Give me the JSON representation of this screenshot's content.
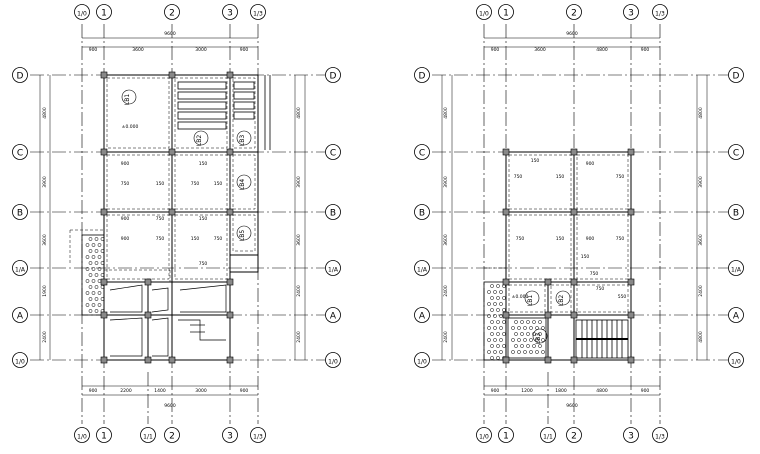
{
  "plans": [
    {
      "id": "left",
      "axis_bubbles_top": [
        "1/0",
        "1",
        "2",
        "3",
        "1/3"
      ],
      "axis_bubbles_bottom": [
        "1/0",
        "1",
        "1/1",
        "2",
        "3",
        "1/3"
      ],
      "row_bubbles": [
        "D",
        "C",
        "B",
        "1/A",
        "A",
        "1/0"
      ],
      "dims_top_overall": "9600",
      "dims_top_segments": [
        "900",
        "3600",
        "3000",
        "900"
      ],
      "dims_bottom_overall": "9600",
      "dims_bottom_segments": [
        "900",
        "2200",
        "1400",
        "3000",
        "900"
      ],
      "dims_left": [
        "4800",
        "3900",
        "3600",
        "1900",
        "2400"
      ],
      "dims_right": [
        "4800",
        "3900",
        "3600",
        "2400",
        "2400"
      ],
      "slab_labels": [
        "LB1",
        "LB2",
        "LB3",
        "LB4",
        "LB5"
      ],
      "notes": [
        "±0.000",
        "750",
        "150",
        "900",
        "750",
        "750",
        "150",
        "150",
        "750",
        "900",
        "900",
        "750",
        "150",
        "150",
        "750"
      ]
    },
    {
      "id": "right",
      "axis_bubbles_top": [
        "1/0",
        "1",
        "2",
        "3",
        "1/3"
      ],
      "axis_bubbles_bottom": [
        "1/0",
        "1",
        "1/1",
        "2",
        "3",
        "1/3"
      ],
      "row_bubbles": [
        "D",
        "C",
        "B",
        "1/A",
        "A",
        "1/0"
      ],
      "dims_top_overall": "9600",
      "dims_top_segments": [
        "900",
        "3600",
        "4800",
        "900"
      ],
      "dims_bottom_overall": "9600",
      "dims_bottom_segments": [
        "900",
        "1200",
        "1800",
        "4800",
        "900"
      ],
      "dims_left": [
        "4800",
        "3900",
        "3600",
        "2400",
        "2400"
      ],
      "dims_right": [
        "4800",
        "3900",
        "3600",
        "2400",
        "4800"
      ],
      "slab_labels": [
        "LB1",
        "LB2",
        "LB3"
      ],
      "notes": [
        "150",
        "750",
        "150",
        "750",
        "900",
        "750",
        "150",
        "900",
        "750",
        "750",
        "150",
        "550",
        "750",
        "±0.000"
      ]
    }
  ]
}
